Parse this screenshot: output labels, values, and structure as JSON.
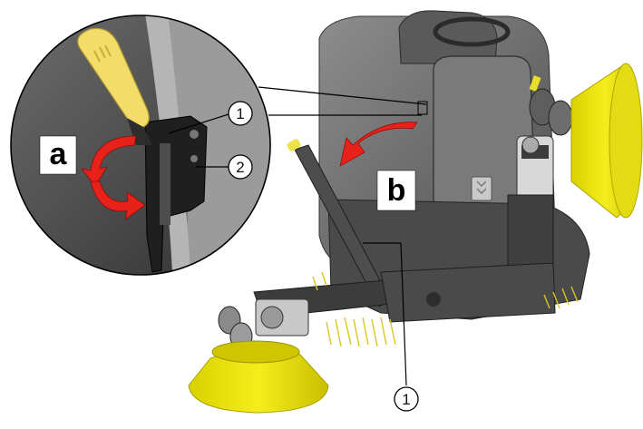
{
  "labels": {
    "a": "a",
    "b": "b"
  },
  "callouts": {
    "c1_inset": "1",
    "c2_inset": "2",
    "c1_bottom": "1"
  },
  "colors": {
    "brush_yellow": "#E8E000",
    "handle_yellow": "#F2DD6A",
    "arrow_red": "#E8211B",
    "machine_grey": "#6E6E6E",
    "machine_dark": "#3A3A3A",
    "bristle_yellow": "#F3E34A"
  }
}
